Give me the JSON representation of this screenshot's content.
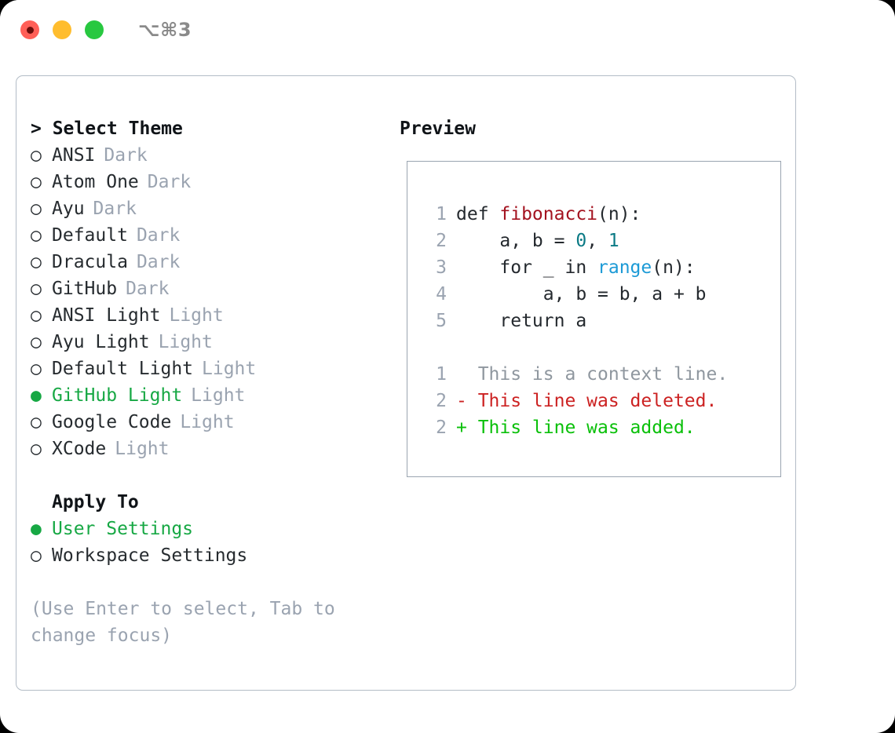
{
  "titlebar": {
    "shortcut": "⌥⌘3",
    "lights": [
      {
        "name": "close",
        "color": "#ff5f57",
        "pip": "#6b0d0a"
      },
      {
        "name": "minimize",
        "color": "#ffbd2e",
        "pip": ""
      },
      {
        "name": "zoom",
        "color": "#28c840",
        "pip": ""
      }
    ]
  },
  "theme_picker": {
    "heading": "> Select Theme",
    "marker_selected": "●",
    "marker_unselected": "○",
    "items": [
      {
        "label": "ANSI",
        "suffix": "Dark",
        "selected": false
      },
      {
        "label": "Atom One",
        "suffix": "Dark",
        "selected": false
      },
      {
        "label": "Ayu",
        "suffix": "Dark",
        "selected": false
      },
      {
        "label": "Default",
        "suffix": "Dark",
        "selected": false
      },
      {
        "label": "Dracula",
        "suffix": "Dark",
        "selected": false
      },
      {
        "label": "GitHub",
        "suffix": "Dark",
        "selected": false
      },
      {
        "label": "ANSI Light",
        "suffix": "Light",
        "selected": false
      },
      {
        "label": "Ayu Light",
        "suffix": "Light",
        "selected": false
      },
      {
        "label": "Default Light",
        "suffix": "Light",
        "selected": false
      },
      {
        "label": "GitHub Light",
        "suffix": "Light",
        "selected": true
      },
      {
        "label": "Google Code",
        "suffix": "Light",
        "selected": false
      },
      {
        "label": "XCode",
        "suffix": "Light",
        "selected": false
      }
    ]
  },
  "apply_to": {
    "heading": "Apply To",
    "items": [
      {
        "label": "User Settings",
        "selected": true
      },
      {
        "label": "Workspace Settings",
        "selected": false
      }
    ]
  },
  "hint": "(Use Enter to select, Tab to change focus)",
  "preview": {
    "title": "Preview",
    "code_lines": [
      {
        "no": "1",
        "tokens": [
          {
            "text": "def ",
            "type": "plain"
          },
          {
            "text": "fibonacci",
            "type": "func"
          },
          {
            "text": "(n):",
            "type": "plain"
          }
        ]
      },
      {
        "no": "2",
        "tokens": [
          {
            "text": "    a, b = ",
            "type": "plain"
          },
          {
            "text": "0",
            "type": "num"
          },
          {
            "text": ", ",
            "type": "plain"
          },
          {
            "text": "1",
            "type": "num"
          }
        ]
      },
      {
        "no": "3",
        "tokens": [
          {
            "text": "    for _ in ",
            "type": "plain"
          },
          {
            "text": "range",
            "type": "builtin"
          },
          {
            "text": "(n):",
            "type": "plain"
          }
        ]
      },
      {
        "no": "4",
        "tokens": [
          {
            "text": "        a, b = b, a + b",
            "type": "plain"
          }
        ]
      },
      {
        "no": "5",
        "tokens": [
          {
            "text": "    return a",
            "type": "plain"
          }
        ]
      }
    ],
    "diff_lines": [
      {
        "no": "1",
        "sign": " ",
        "text": " This is a context line.",
        "type": "ctx"
      },
      {
        "no": "2",
        "sign": "-",
        "text": " This line was deleted.",
        "type": "del"
      },
      {
        "no": "2",
        "sign": "+",
        "text": " This line was added.",
        "type": "add"
      }
    ]
  },
  "colors": {
    "accent_green": "#17a844",
    "muted": "#9aa3b0",
    "panel_border": "#b3bcc6",
    "preview_border": "#9aa5b1",
    "func_red": "#a3121f",
    "number_teal": "#0b7a85",
    "builtin_blue": "#1c9ad6",
    "diff_add": "#0ac00a",
    "diff_del": "#cc2222"
  }
}
